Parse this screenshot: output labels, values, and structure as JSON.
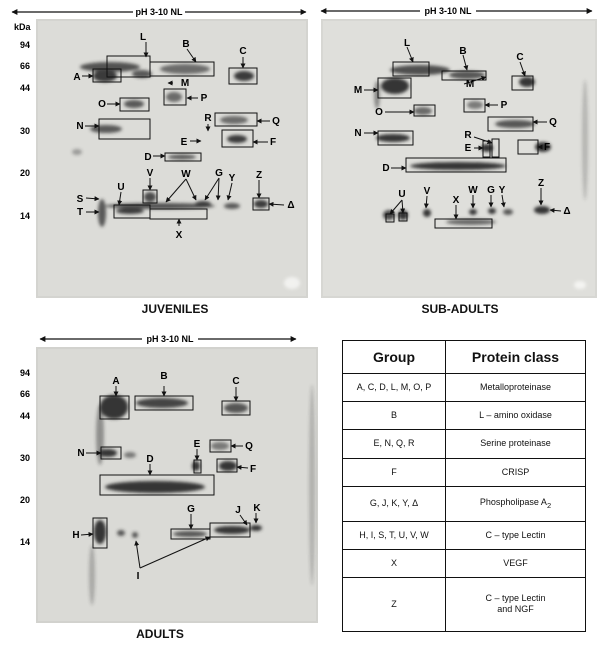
{
  "ph_label": "pH 3-10 NL",
  "kda_label": "kDa",
  "mw_markers": [
    "94",
    "66",
    "44",
    "30",
    "20",
    "14"
  ],
  "panels": {
    "juveniles": {
      "title": "JUVENILES",
      "labels": [
        "A",
        "B",
        "C",
        "D",
        "E",
        "F",
        "G",
        "L",
        "M",
        "N",
        "O",
        "P",
        "Q",
        "R",
        "S",
        "T",
        "U",
        "V",
        "W",
        "X",
        "Y",
        "Z",
        "Δ"
      ]
    },
    "subadults": {
      "title": "SUB-ADULTS",
      "labels": [
        "B",
        "C",
        "D",
        "E",
        "F",
        "G",
        "L",
        "M",
        "M",
        "N",
        "O",
        "P",
        "Q",
        "R",
        "U",
        "V",
        "W",
        "X",
        "Y",
        "Z",
        "Δ"
      ]
    },
    "adults": {
      "title": "ADULTS",
      "labels": [
        "A",
        "B",
        "C",
        "D",
        "E",
        "F",
        "G",
        "H",
        "I",
        "J",
        "K",
        "N",
        "Q"
      ]
    }
  },
  "legend": {
    "headers": [
      "Group",
      "Protein class"
    ],
    "rows": [
      {
        "group": "A, C, D, L, M, O, P",
        "protein_class": "Metalloproteinase"
      },
      {
        "group": "B",
        "protein_class": "L – amino oxidase"
      },
      {
        "group": "E, N, Q, R",
        "protein_class": "Serine proteinase"
      },
      {
        "group": "F",
        "protein_class": "CRISP"
      },
      {
        "group": "G, J, K, Y, Δ",
        "protein_class": "Phospholipase A",
        "sub": "2"
      },
      {
        "group": "H, I, S, T, U, V, W",
        "protein_class": "C – type Lectin"
      },
      {
        "group": "X",
        "protein_class": "VEGF"
      },
      {
        "group": "Z",
        "protein_class": "C – type Lectin",
        "protein_class_line2": "and NGF"
      }
    ]
  }
}
